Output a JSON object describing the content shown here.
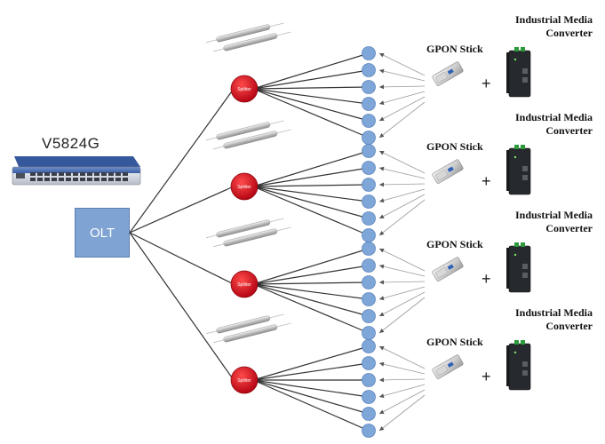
{
  "olt": {
    "label": "OLT",
    "fill": "#7fa3d3"
  },
  "device": {
    "model": "V5824G"
  },
  "splitter": {
    "label": "Splitter",
    "fill": "#d0111b",
    "outputs": 6
  },
  "onu_node": {
    "fill": "#7ea6d8"
  },
  "groups": [
    {
      "gpon_label": "GPON Stick",
      "converter_label_line1": "Industrial Media",
      "converter_label_line2": "Converter",
      "plus": "+"
    },
    {
      "gpon_label": "GPON Stick",
      "converter_label_line1": "Industrial Media",
      "converter_label_line2": "Converter",
      "plus": "+"
    },
    {
      "gpon_label": "GPON Stick",
      "converter_label_line1": "Industrial Media",
      "converter_label_line2": "Converter",
      "plus": "+"
    },
    {
      "gpon_label": "GPON Stick",
      "converter_label_line1": "Industrial Media",
      "converter_label_line2": "Converter",
      "plus": "+"
    }
  ]
}
